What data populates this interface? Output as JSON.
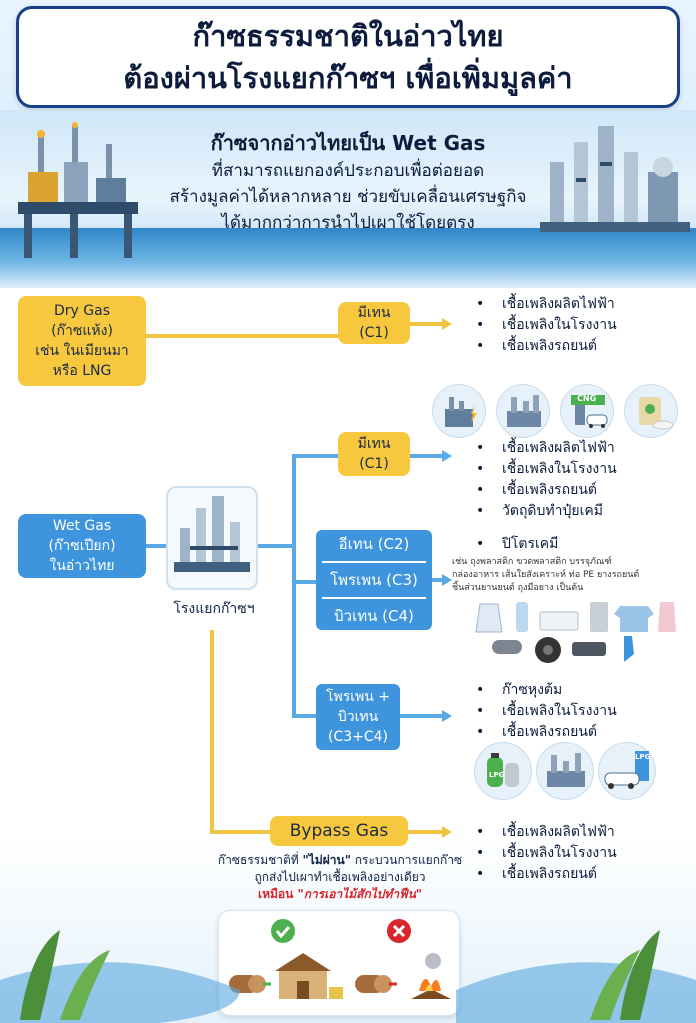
{
  "title": {
    "line1": "ก๊าซธรรมชาติในอ่าวไทย",
    "line2": "ต้องผ่านโรงแยกก๊าซฯ เพื่อเพิ่มมูลค่า"
  },
  "intro": {
    "line1": "ก๊าซจากอ่าวไทยเป็น Wet Gas",
    "line2": "ที่สามารถแยกองค์ประกอบเพื่อต่อยอด",
    "line3": "สร้างมูลค่าได้หลากหลาย ช่วยขับเคลื่อนเศรษฐกิจ",
    "line4": "ได้มากกว่าการนำไปเผาใช้โดยตรง"
  },
  "dry_gas": {
    "l1": "Dry Gas",
    "l2": "(ก๊าซแห้ง)",
    "l3": "เช่น ในเมียนมา",
    "l4": "หรือ LNG",
    "methane_l1": "มีเทน",
    "methane_l2": "(C1)",
    "uses": [
      "เชื้อเพลิงผลิตไฟฟ้า",
      "เชื้อเพลิงในโรงงาน",
      "เชื้อเพลิงรถยนต์"
    ]
  },
  "wet_gas": {
    "l1": "Wet Gas",
    "l2": "(ก๊าซเปียก)",
    "l3": "ในอ่าวไทย",
    "plant_label": "โรงแยกก๊าซฯ"
  },
  "methane": {
    "l1": "มีเทน",
    "l2": "(C1)",
    "uses": [
      "เชื้อเพลิงผลิตไฟฟ้า",
      "เชื้อเพลิงในโรงงาน",
      "เชื้อเพลิงรถยนต์",
      "วัตถุดิบทำปุ๋ยเคมี"
    ],
    "cng_label": "CNG"
  },
  "c2c4": {
    "ethane": "อีเทน (C2)",
    "propane": "โพรเพน (C3)",
    "butane": "บิวเทน (C4)",
    "use_title": "ปิโตรเคมี",
    "note1": "เช่น ถุงพลาสติก ขวดพลาสติก บรรจุภัณฑ์",
    "note2": "กล่องอาหาร เส้นใยสังเคราะห์ ท่อ PE ยางรถยนต์",
    "note3": "ชิ้นส่วนยานยนต์ ถุงมือยาง เป็นต้น"
  },
  "lpg": {
    "l1": "โพรเพน +",
    "l2": "บิวเทน",
    "l3": "(C3+C4)",
    "uses": [
      "ก๊าซหุงต้ม",
      "เชื้อเพลิงในโรงงาน",
      "เชื้อเพลิงรถยนต์"
    ],
    "lpg_label": "LPG"
  },
  "bypass": {
    "label": "Bypass Gas",
    "uses": [
      "เชื้อเพลิงผลิตไฟฟ้า",
      "เชื้อเพลิงในโรงงาน",
      "เชื้อเพลิงรถยนต์"
    ],
    "desc1_pre": "ก๊าซธรรมชาติที่ ",
    "desc1_em": "\"ไม่ผ่าน\"",
    "desc1_post": " กระบวนการแยกก๊าซ",
    "desc2": "ถูกส่งไปเผาทำเชื้อเพลิงอย่างเดียว",
    "desc3_pre": "เหมือน ",
    "desc3_em": "\"การเอาไม้สักไปทำฟืน\""
  },
  "colors": {
    "yellow": "#f7c73d",
    "blue": "#3e95dd",
    "navy": "#1a3f8a",
    "red": "#d8262c",
    "green": "#4caf50"
  }
}
